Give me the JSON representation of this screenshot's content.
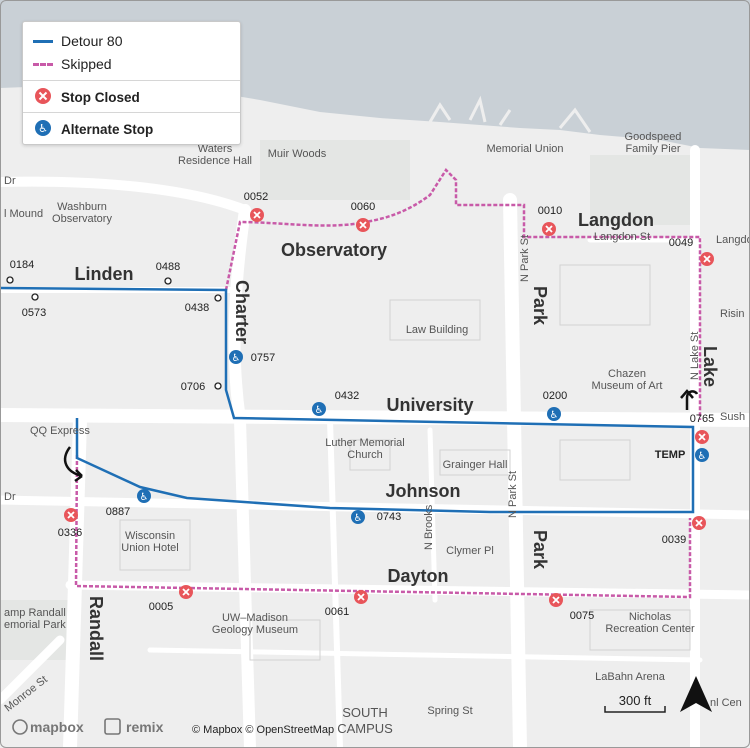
{
  "legend": {
    "detour_label": "Detour 80",
    "skipped_label": "Skipped",
    "closed_label": "Stop Closed",
    "alternate_label": "Alternate Stop"
  },
  "colors": {
    "detour": "#1f6fb5",
    "skipped": "#c85aa8",
    "closed": "#e8555a",
    "alternate": "#1f6fb5",
    "water": "#c9d0d6",
    "land": "#eeeeee",
    "road": "#ffffff"
  },
  "streets": {
    "observatory": "Observatory",
    "linden": "Linden",
    "charter": "Charter",
    "langdon": "Langdon",
    "park_north": "Park",
    "lake": "Lake",
    "university": "University",
    "johnson": "Johnson",
    "park_south": "Park",
    "dayton": "Dayton",
    "randall": "Randall"
  },
  "places": {
    "waters": "Waters",
    "waters2": "Residence Hall",
    "muir": "Muir Woods",
    "memorial_union": "Memorial Union",
    "goodspeed": "Goodspeed",
    "goodspeed2": "Family Pier",
    "washburn": "Washburn",
    "washburn2": "Observatory",
    "mound": "l Mound",
    "dr_top": "Dr",
    "law": "Law Building",
    "chazen": "Chazen",
    "chazen2": "Museum of Art",
    "luther": "Luther Memorial",
    "luther2": "Church",
    "grainger": "Grainger Hall",
    "qq": "QQ Express",
    "wisconsin": "Wisconsin",
    "wisconsin2": "Union Hotel",
    "dr_mid": "Dr",
    "clymer": "Clymer Pl",
    "n_brooks": "N Brooks",
    "n_park_st": "N Park St",
    "n_park_st2": "N Park St",
    "n_lake_st": "N Lake St",
    "langdon_st": "Langdon St",
    "langdo": "Langdo",
    "risin": "Risin",
    "sushi": "Sush",
    "camp_randall": "amp Randall",
    "camp_randall2": "emorial Park",
    "geology": "UW–Madison",
    "geology2": "Geology Museum",
    "nicholas": "Nicholas",
    "nicholas2": "Recreation Center",
    "labahn": "LaBahn Arena",
    "monroe": "Monroe St",
    "south": "SOUTH",
    "south2": "CAMPUS",
    "spring": "Spring St",
    "nl_cen": "nl Cen"
  },
  "stops": {
    "s0052": "0052",
    "s0060": "0060",
    "s0010": "0010",
    "s0049": "0049",
    "s0184": "0184",
    "s0488": "0488",
    "s0573": "0573",
    "s0438": "0438",
    "s0757": "0757",
    "s0706": "0706",
    "s0432": "0432",
    "s0200": "0200",
    "s0765": "0765",
    "temp": "TEMP",
    "s0887": "0887",
    "s0743": "0743",
    "s0336": "0336",
    "s0039": "0039",
    "s0005": "0005",
    "s0061": "0061",
    "s0075": "0075"
  },
  "scale": {
    "label": "300 ft"
  },
  "attribution": {
    "mapbox_logo": "mapbox",
    "remix_logo": "remix",
    "text": "© Mapbox © OpenStreetMap"
  }
}
